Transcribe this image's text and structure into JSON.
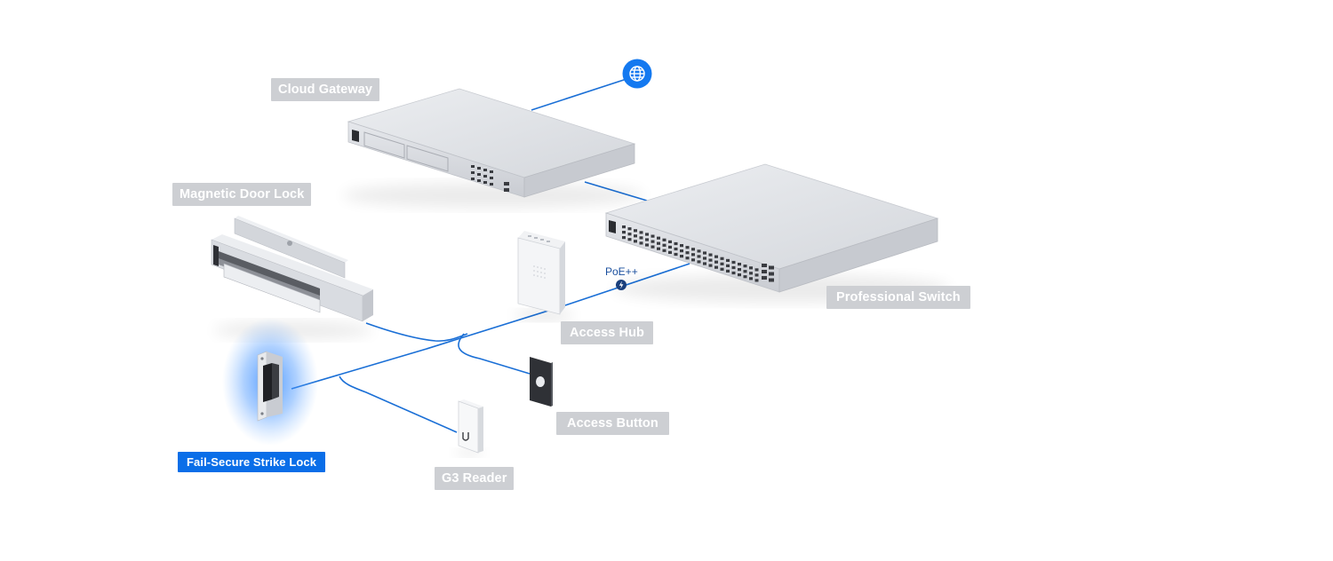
{
  "labels": {
    "cloud_gateway": "Cloud Gateway",
    "magnetic_door_lock": "Magnetic Door Lock",
    "professional_switch": "Professional Switch",
    "access_hub": "Access Hub",
    "access_button": "Access Button",
    "g3_reader": "G3 Reader",
    "fail_secure_strike_lock": "Fail-Secure Strike Lock"
  },
  "poe_label": "PoE++",
  "active_device": "fail_secure_strike_lock",
  "colors": {
    "link": "#1a6fd6",
    "active_tag": "#0a6ee8",
    "inactive_tag": "#cdcfd3",
    "globe": "#1479f0",
    "device_body": "#dde0e5"
  },
  "icons": {
    "internet": "globe-icon",
    "power": "lightning-icon"
  }
}
